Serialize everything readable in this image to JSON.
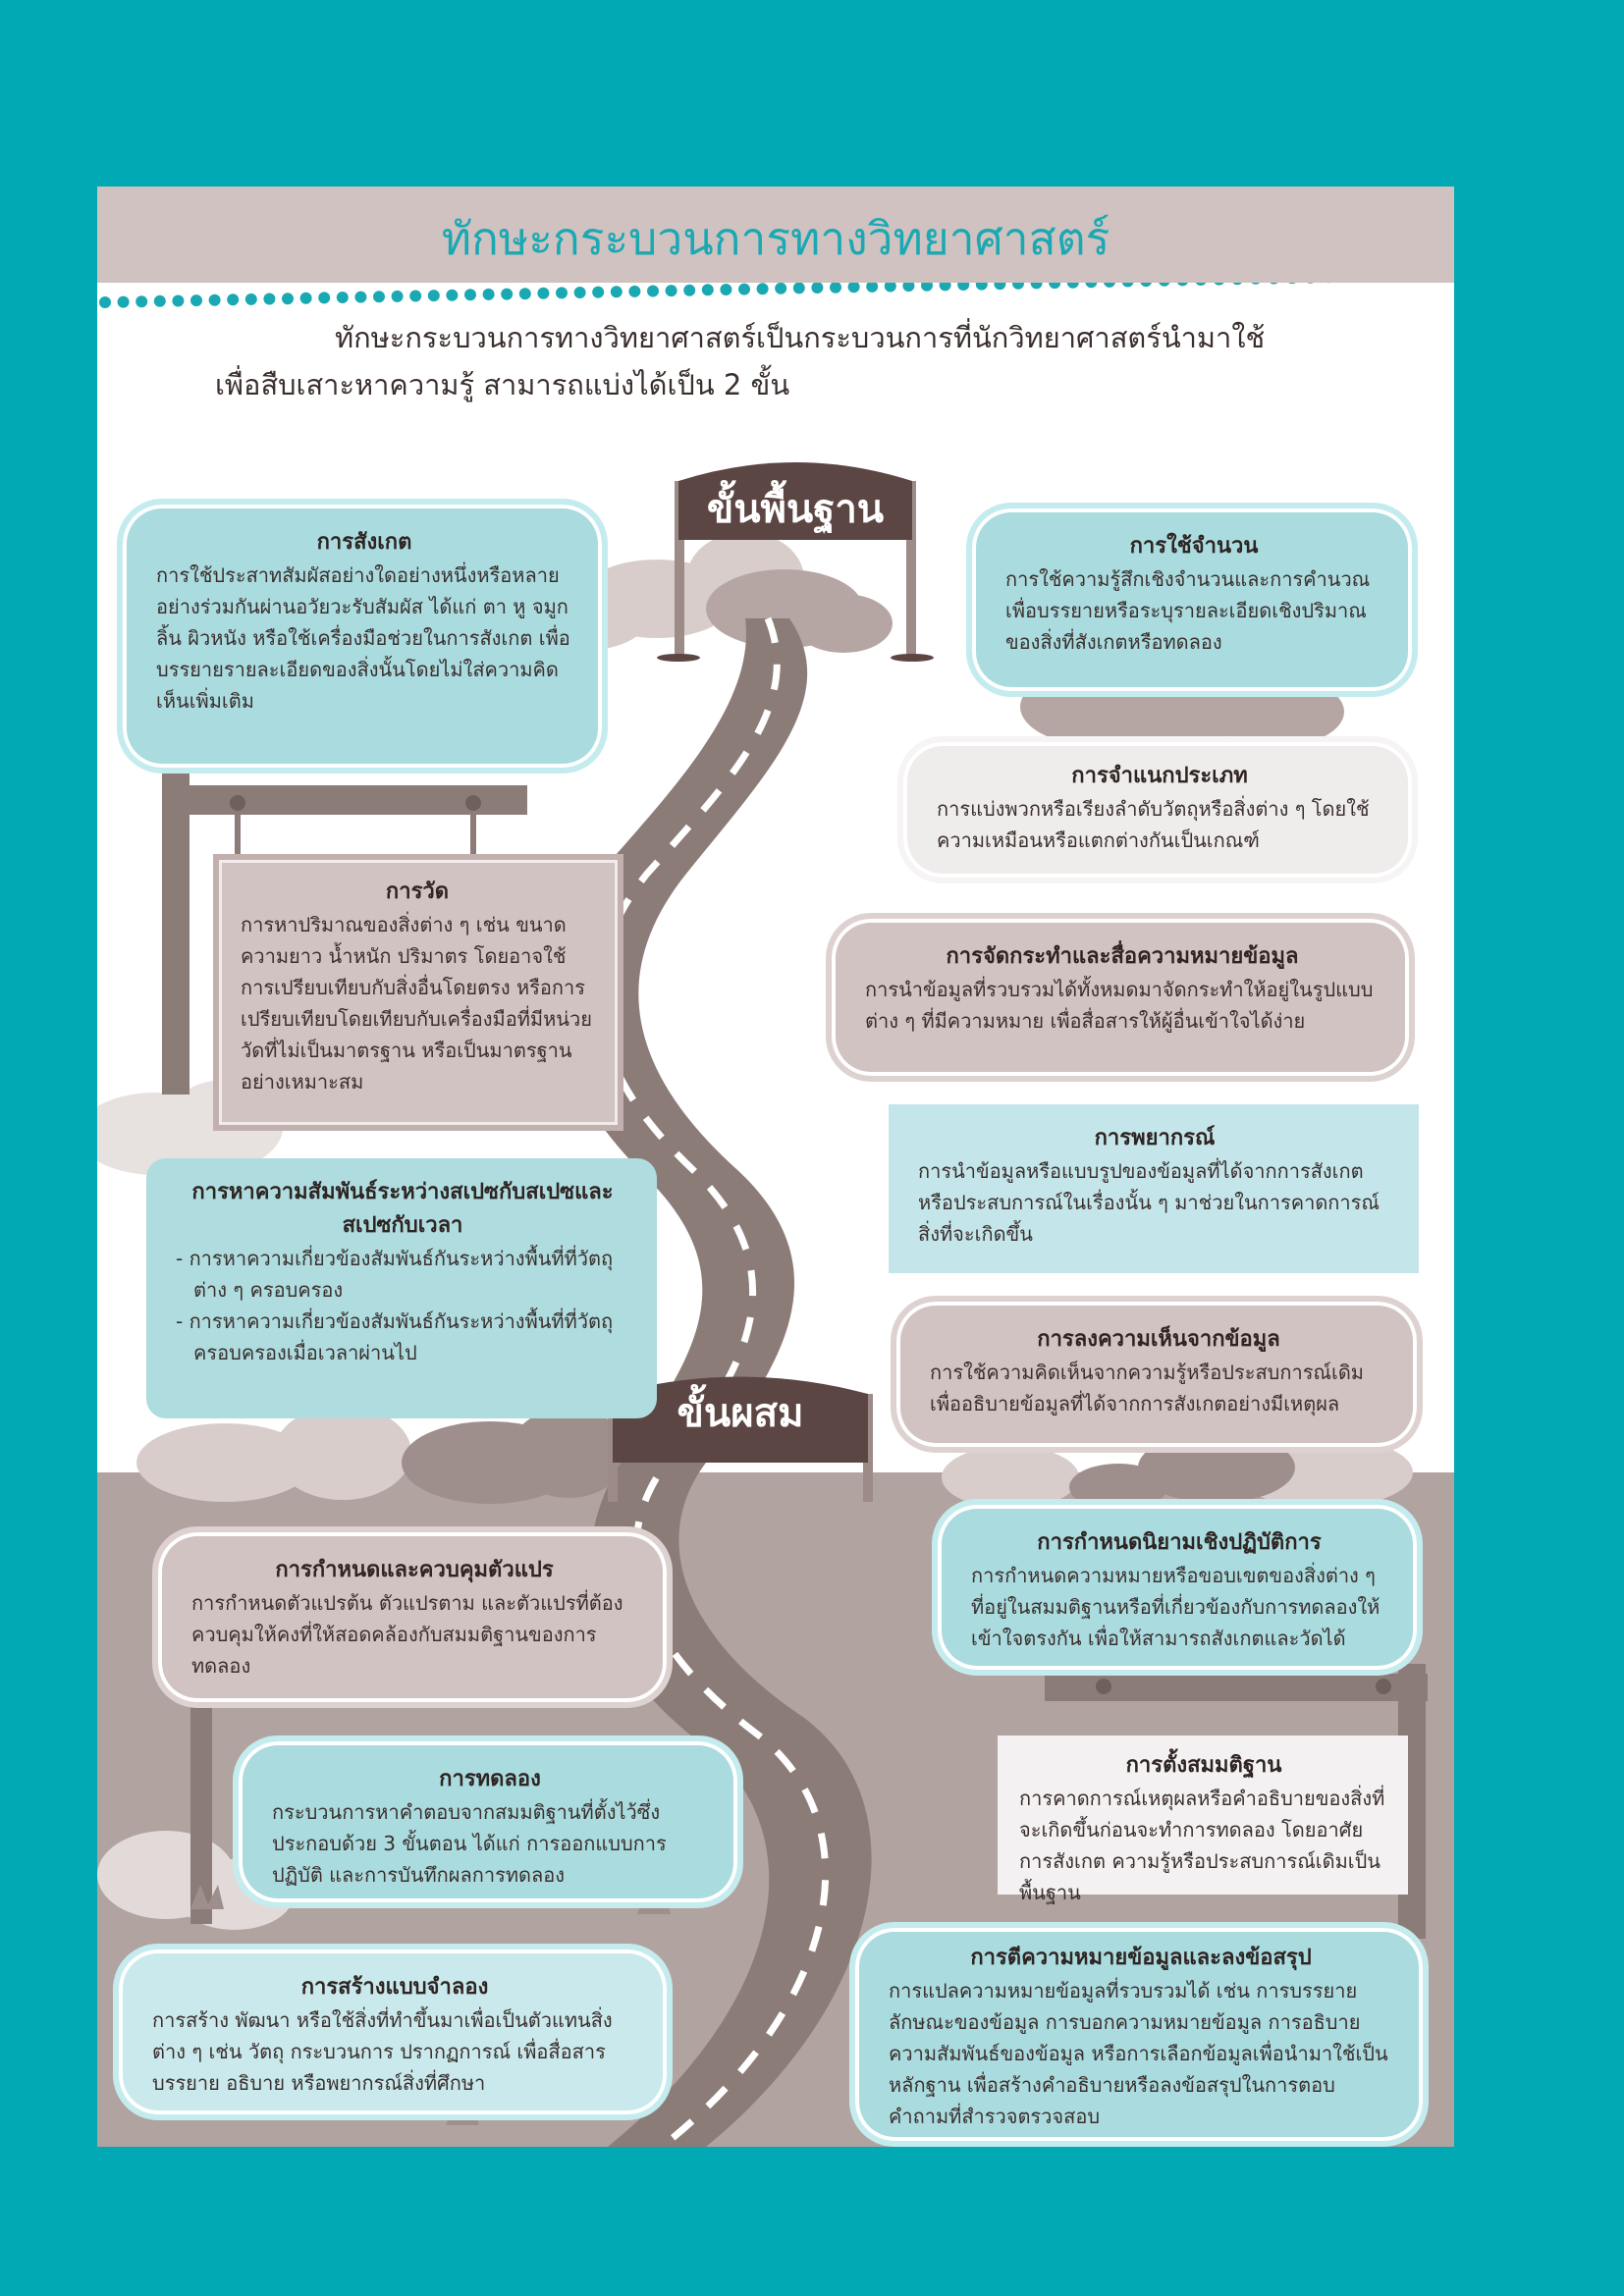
{
  "title": "ทักษะกระบวนการทางวิทยาศาสตร์",
  "intro": {
    "line1": "ทักษะกระบวนการทางวิทยาศาสตร์เป็นกระบวนการที่นักวิทยาศาสตร์นำมาใช้",
    "line2": "เพื่อสืบเสาะหาความรู้ สามารถแบ่งได้เป็น 2 ขั้น"
  },
  "stages": {
    "basic": "ขั้นพื้นฐาน",
    "integrated": "ขั้นผสม"
  },
  "skills": {
    "observation": {
      "title": "การสังเกต",
      "text": "การใช้ประสาทสัมผัสอย่างใดอย่างหนึ่งหรือหลายอย่างร่วมกันผ่านอวัยวะรับสัมผัส ได้แก่ ตา หู จมูก ลิ้น ผิวหนัง หรือใช้เครื่องมือช่วยในการสังเกต เพื่อบรรยายรายละเอียดของสิ่งนั้นโดยไม่ใส่ความคิดเห็นเพิ่มเติม"
    },
    "using_numbers": {
      "title": "การใช้จำนวน",
      "text": "การใช้ความรู้สึกเชิงจำนวนและการคำนวณเพื่อบรรยายหรือระบุรายละเอียดเชิงปริมาณของสิ่งที่สังเกตหรือทดลอง"
    },
    "classifying": {
      "title": "การจำแนกประเภท",
      "text": "การแบ่งพวกหรือเรียงลำดับวัตถุหรือสิ่งต่าง ๆ โดยใช้ความเหมือนหรือแตกต่างกันเป็นเกณฑ์"
    },
    "measuring": {
      "title": "การวัด",
      "text": "การหาปริมาณของสิ่งต่าง ๆ เช่น ขนาด ความยาว น้ำหนัก ปริมาตร โดยอาจใช้การเปรียบเทียบกับสิ่งอื่นโดยตรง หรือการเปรียบเทียบโดยเทียบกับเครื่องมือที่มีหน่วยวัดที่ไม่เป็นมาตรฐาน หรือเป็นมาตรฐานอย่างเหมาะสม"
    },
    "organizing_data": {
      "title": "การจัดกระทำและสื่อความหมายข้อมูล",
      "text": "การนำข้อมูลที่รวบรวมได้ทั้งหมดมาจัดกระทำให้อยู่ในรูปแบบต่าง ๆ ที่มีความหมาย เพื่อสื่อสารให้ผู้อื่นเข้าใจได้ง่าย"
    },
    "predicting": {
      "title": "การพยากรณ์",
      "text": "การนำข้อมูลหรือแบบรูปของข้อมูลที่ได้จากการสังเกตหรือประสบการณ์ในเรื่องนั้น ๆ มาช่วยในการคาดการณ์สิ่งที่จะเกิดขึ้น"
    },
    "space_time": {
      "title": "การหาความสัมพันธ์ระหว่างสเปซกับสเปซและสเปซกับเวลา",
      "item1": "- การหาความเกี่ยวข้องสัมพันธ์กันระหว่างพื้นที่ที่วัตถุต่าง ๆ ครอบครอง",
      "item2": "- การหาความเกี่ยวข้องสัมพันธ์กันระหว่างพื้นที่ที่วัตถุครอบครองเมื่อเวลาผ่านไป"
    },
    "inferring": {
      "title": "การลงความเห็นจากข้อมูล",
      "text": "การใช้ความคิดเห็นจากความรู้หรือประสบการณ์เดิมเพื่ออธิบายข้อมูลที่ได้จากการสังเกตอย่างมีเหตุผล"
    },
    "controlling_variables": {
      "title": "การกำหนดและควบคุมตัวแปร",
      "text": "การกำหนดตัวแปรต้น ตัวแปรตาม และตัวแปรที่ต้องควบคุมให้คงที่ให้สอดคล้องกับสมมติฐานของการทดลอง"
    },
    "operational_definition": {
      "title": "การกำหนดนิยามเชิงปฏิบัติการ",
      "text": "การกำหนดความหมายหรือขอบเขตของสิ่งต่าง ๆ ที่อยู่ในสมมติฐานหรือที่เกี่ยวข้องกับการทดลองให้เข้าใจตรงกัน เพื่อให้สามารถสังเกตและวัดได้"
    },
    "experimenting": {
      "title": "การทดลอง",
      "text": "กระบวนการหาคำตอบจากสมมติฐานที่ตั้งไว้ซึ่งประกอบด้วย 3 ขั้นตอน ได้แก่ การออกแบบการปฏิบัติ และการบันทึกผลการทดลอง"
    },
    "hypothesizing": {
      "title": "การตั้งสมมติฐาน",
      "text": "การคาดการณ์เหตุผลหรือคำอธิบายของสิ่งที่จะเกิดขึ้นก่อนจะทำการทดลอง โดยอาศัยการสังเกต ความรู้หรือประสบการณ์เดิมเป็นพื้นฐาน"
    },
    "modeling": {
      "title": "การสร้างแบบจำลอง",
      "text": "การสร้าง พัฒนา หรือใช้สิ่งที่ทำขึ้นมาเพื่อเป็นตัวแทนสิ่งต่าง ๆ เช่น วัตถุ กระบวนการ ปรากฏการณ์ เพื่อสื่อสาร บรรยาย อธิบาย หรือพยากรณ์สิ่งที่ศึกษา"
    },
    "interpreting": {
      "title": "การตีความหมายข้อมูลและลงข้อสรุป",
      "text": "การแปลความหมายข้อมูลที่รวบรวมได้ เช่น การบรรยายลักษณะของข้อมูล การบอกความหมายข้อมูล การอธิบายความสัมพันธ์ของข้อมูล หรือการเลือกข้อมูลเพื่อนำมาใช้เป็นหลักฐาน เพื่อสร้างคำอธิบายหรือลงข้อสรุปในการตอบคำถามที่สำรวจตรวจสอบ"
    }
  },
  "colors": {
    "background": "#00a9b3",
    "title": "#1aa9b3",
    "road": "#8c7c78",
    "ground": "#b1a3a0",
    "sign": "#5c4643"
  }
}
